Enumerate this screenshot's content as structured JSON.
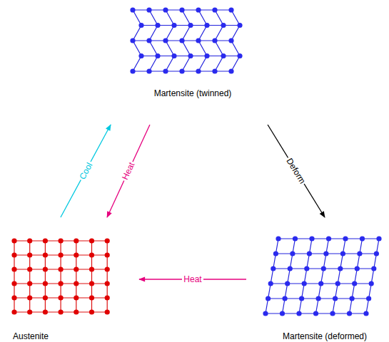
{
  "diagram": {
    "nodes": [
      {
        "text": [
          "Martensite (twinned)"
        ]
      },
      {
        "text": [
          "Austenite"
        ]
      },
      {
        "text": [
          "Martensite (deformed)"
        ]
      }
    ],
    "edges": [
      {
        "from": 1,
        "to": 0,
        "label": "Cool",
        "arrow": "to"
      },
      {
        "from": 0,
        "to": 1,
        "label": "Heat",
        "arrow": "to"
      },
      {
        "from": 0,
        "to": 2,
        "label": "Deform",
        "arrow": "to"
      },
      {
        "from": 2,
        "to": 1,
        "label": "Heat",
        "arrow": "to"
      }
    ]
  }
}
